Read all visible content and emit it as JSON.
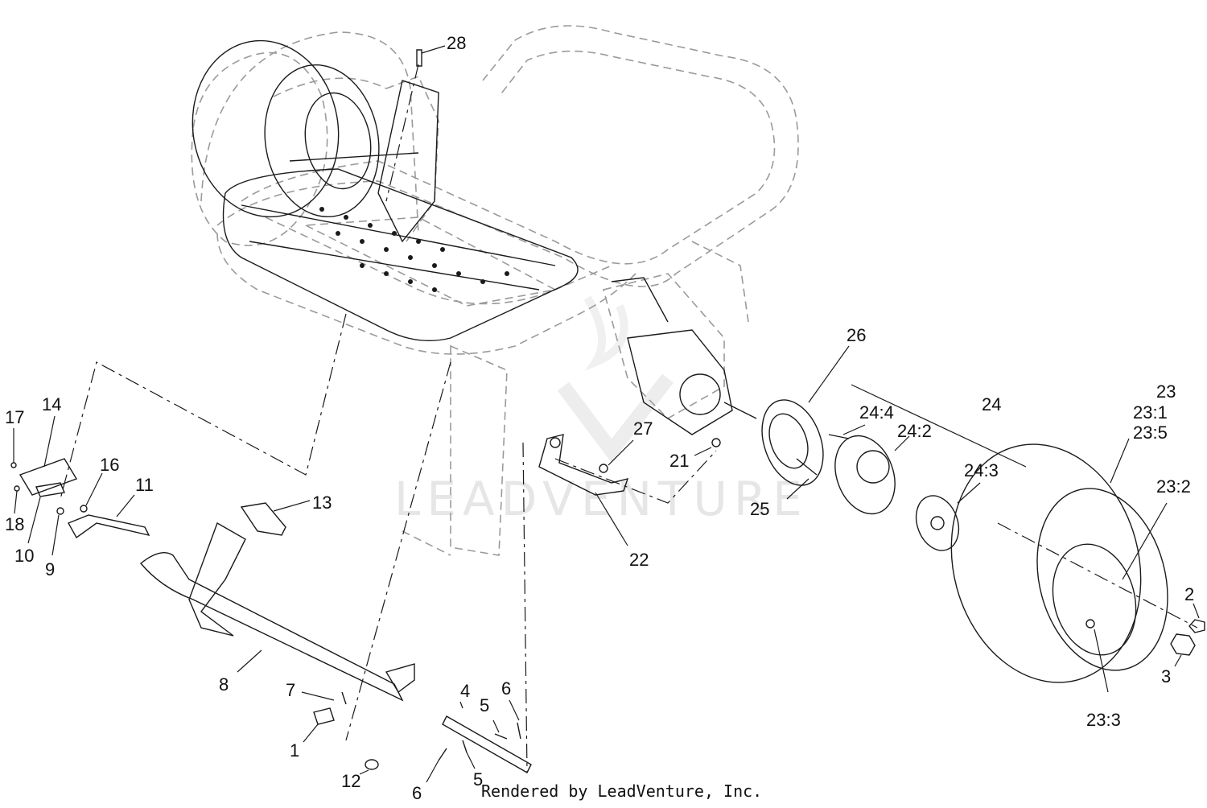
{
  "watermark": "LEADVENTURE",
  "credit": "Rendered by LeadVenture, Inc.",
  "callouts": {
    "c1": "1",
    "c2": "2",
    "c3": "3",
    "c4": "4",
    "c5a": "5",
    "c5b": "5",
    "c6a": "6",
    "c6b": "6",
    "c7": "7",
    "c8": "8",
    "c9": "9",
    "c10": "10",
    "c11": "11",
    "c12": "12",
    "c13": "13",
    "c14": "14",
    "c16": "16",
    "c17": "17",
    "c18": "18",
    "c21": "21",
    "c22": "22",
    "c23": "23",
    "c23_1": "23:1",
    "c23_5": "23:5",
    "c23_2": "23:2",
    "c23_3": "23:3",
    "c24": "24",
    "c24_2": "24:2",
    "c24_3": "24:3",
    "c24_4": "24:4",
    "c25": "25",
    "c26": "26",
    "c27": "27",
    "c28": "28"
  }
}
